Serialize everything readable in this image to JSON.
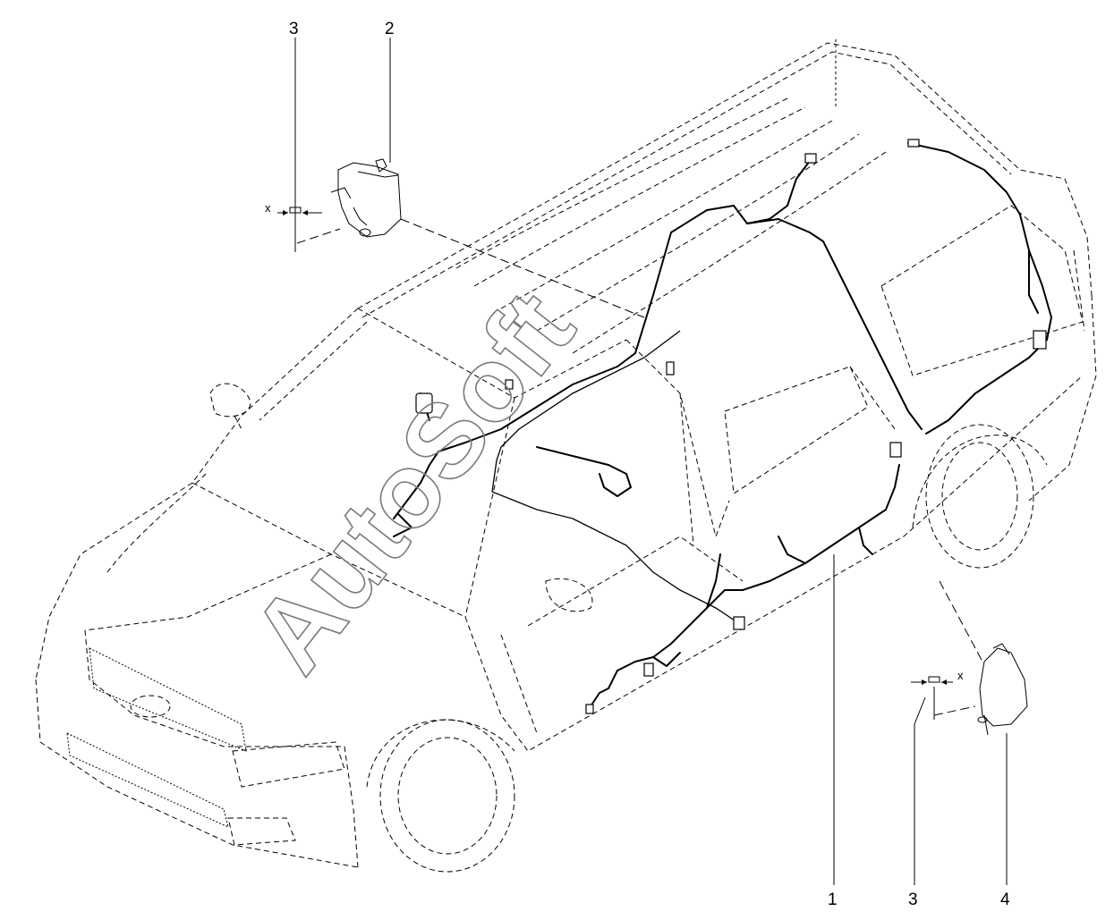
{
  "callouts": {
    "part_1": "1",
    "part_2": "2",
    "part_3_top": "3",
    "part_3_bottom": "3",
    "part_4": "4"
  },
  "axis_markers": {
    "left_x": "x",
    "right_x": "x"
  },
  "watermark": {
    "text": "AutoSoft"
  }
}
